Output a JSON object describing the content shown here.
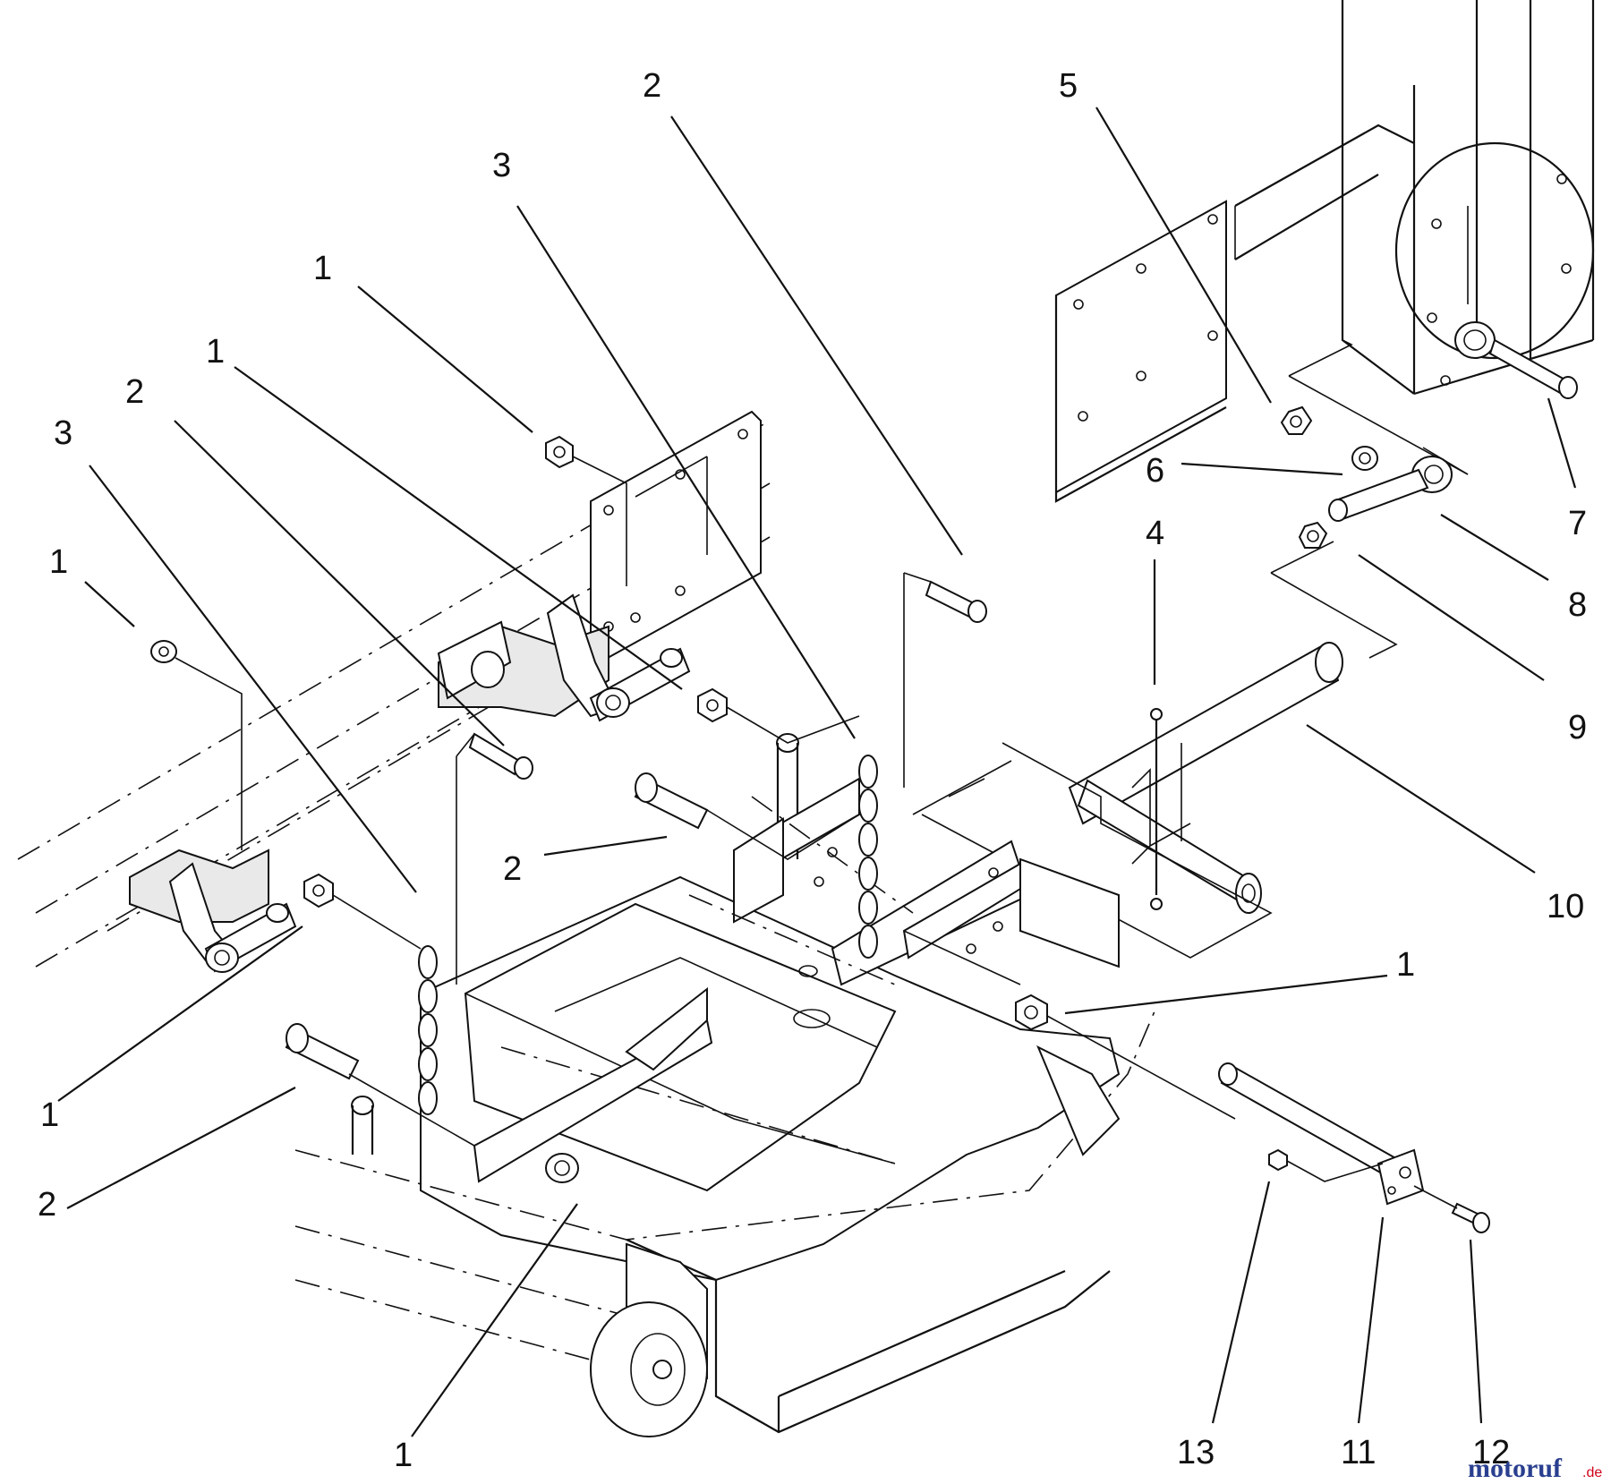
{
  "callouts": [
    {
      "id": "c-2-top",
      "text": "2"
    },
    {
      "id": "c-5",
      "text": "5"
    },
    {
      "id": "c-3-top",
      "text": "3"
    },
    {
      "id": "c-1-a",
      "text": "1"
    },
    {
      "id": "c-1-b",
      "text": "1"
    },
    {
      "id": "c-2-left",
      "text": "2"
    },
    {
      "id": "c-3-left",
      "text": "3"
    },
    {
      "id": "c-1-left",
      "text": "1"
    },
    {
      "id": "c-6",
      "text": "6"
    },
    {
      "id": "c-7",
      "text": "7"
    },
    {
      "id": "c-4",
      "text": "4"
    },
    {
      "id": "c-8",
      "text": "8"
    },
    {
      "id": "c-9",
      "text": "9"
    },
    {
      "id": "c-2-mid",
      "text": "2"
    },
    {
      "id": "c-10",
      "text": "10"
    },
    {
      "id": "c-1-right",
      "text": "1"
    },
    {
      "id": "c-1-lower-left",
      "text": "1"
    },
    {
      "id": "c-2-lower-left",
      "text": "2"
    },
    {
      "id": "c-1-bottom",
      "text": "1"
    },
    {
      "id": "c-13",
      "text": "13"
    },
    {
      "id": "c-11",
      "text": "11"
    },
    {
      "id": "c-12",
      "text": "12"
    }
  ],
  "watermark": {
    "brand": "motoruf",
    "suffix": ".de",
    "color_main": "#2a3f8f",
    "color_accent": "#d0021b"
  }
}
